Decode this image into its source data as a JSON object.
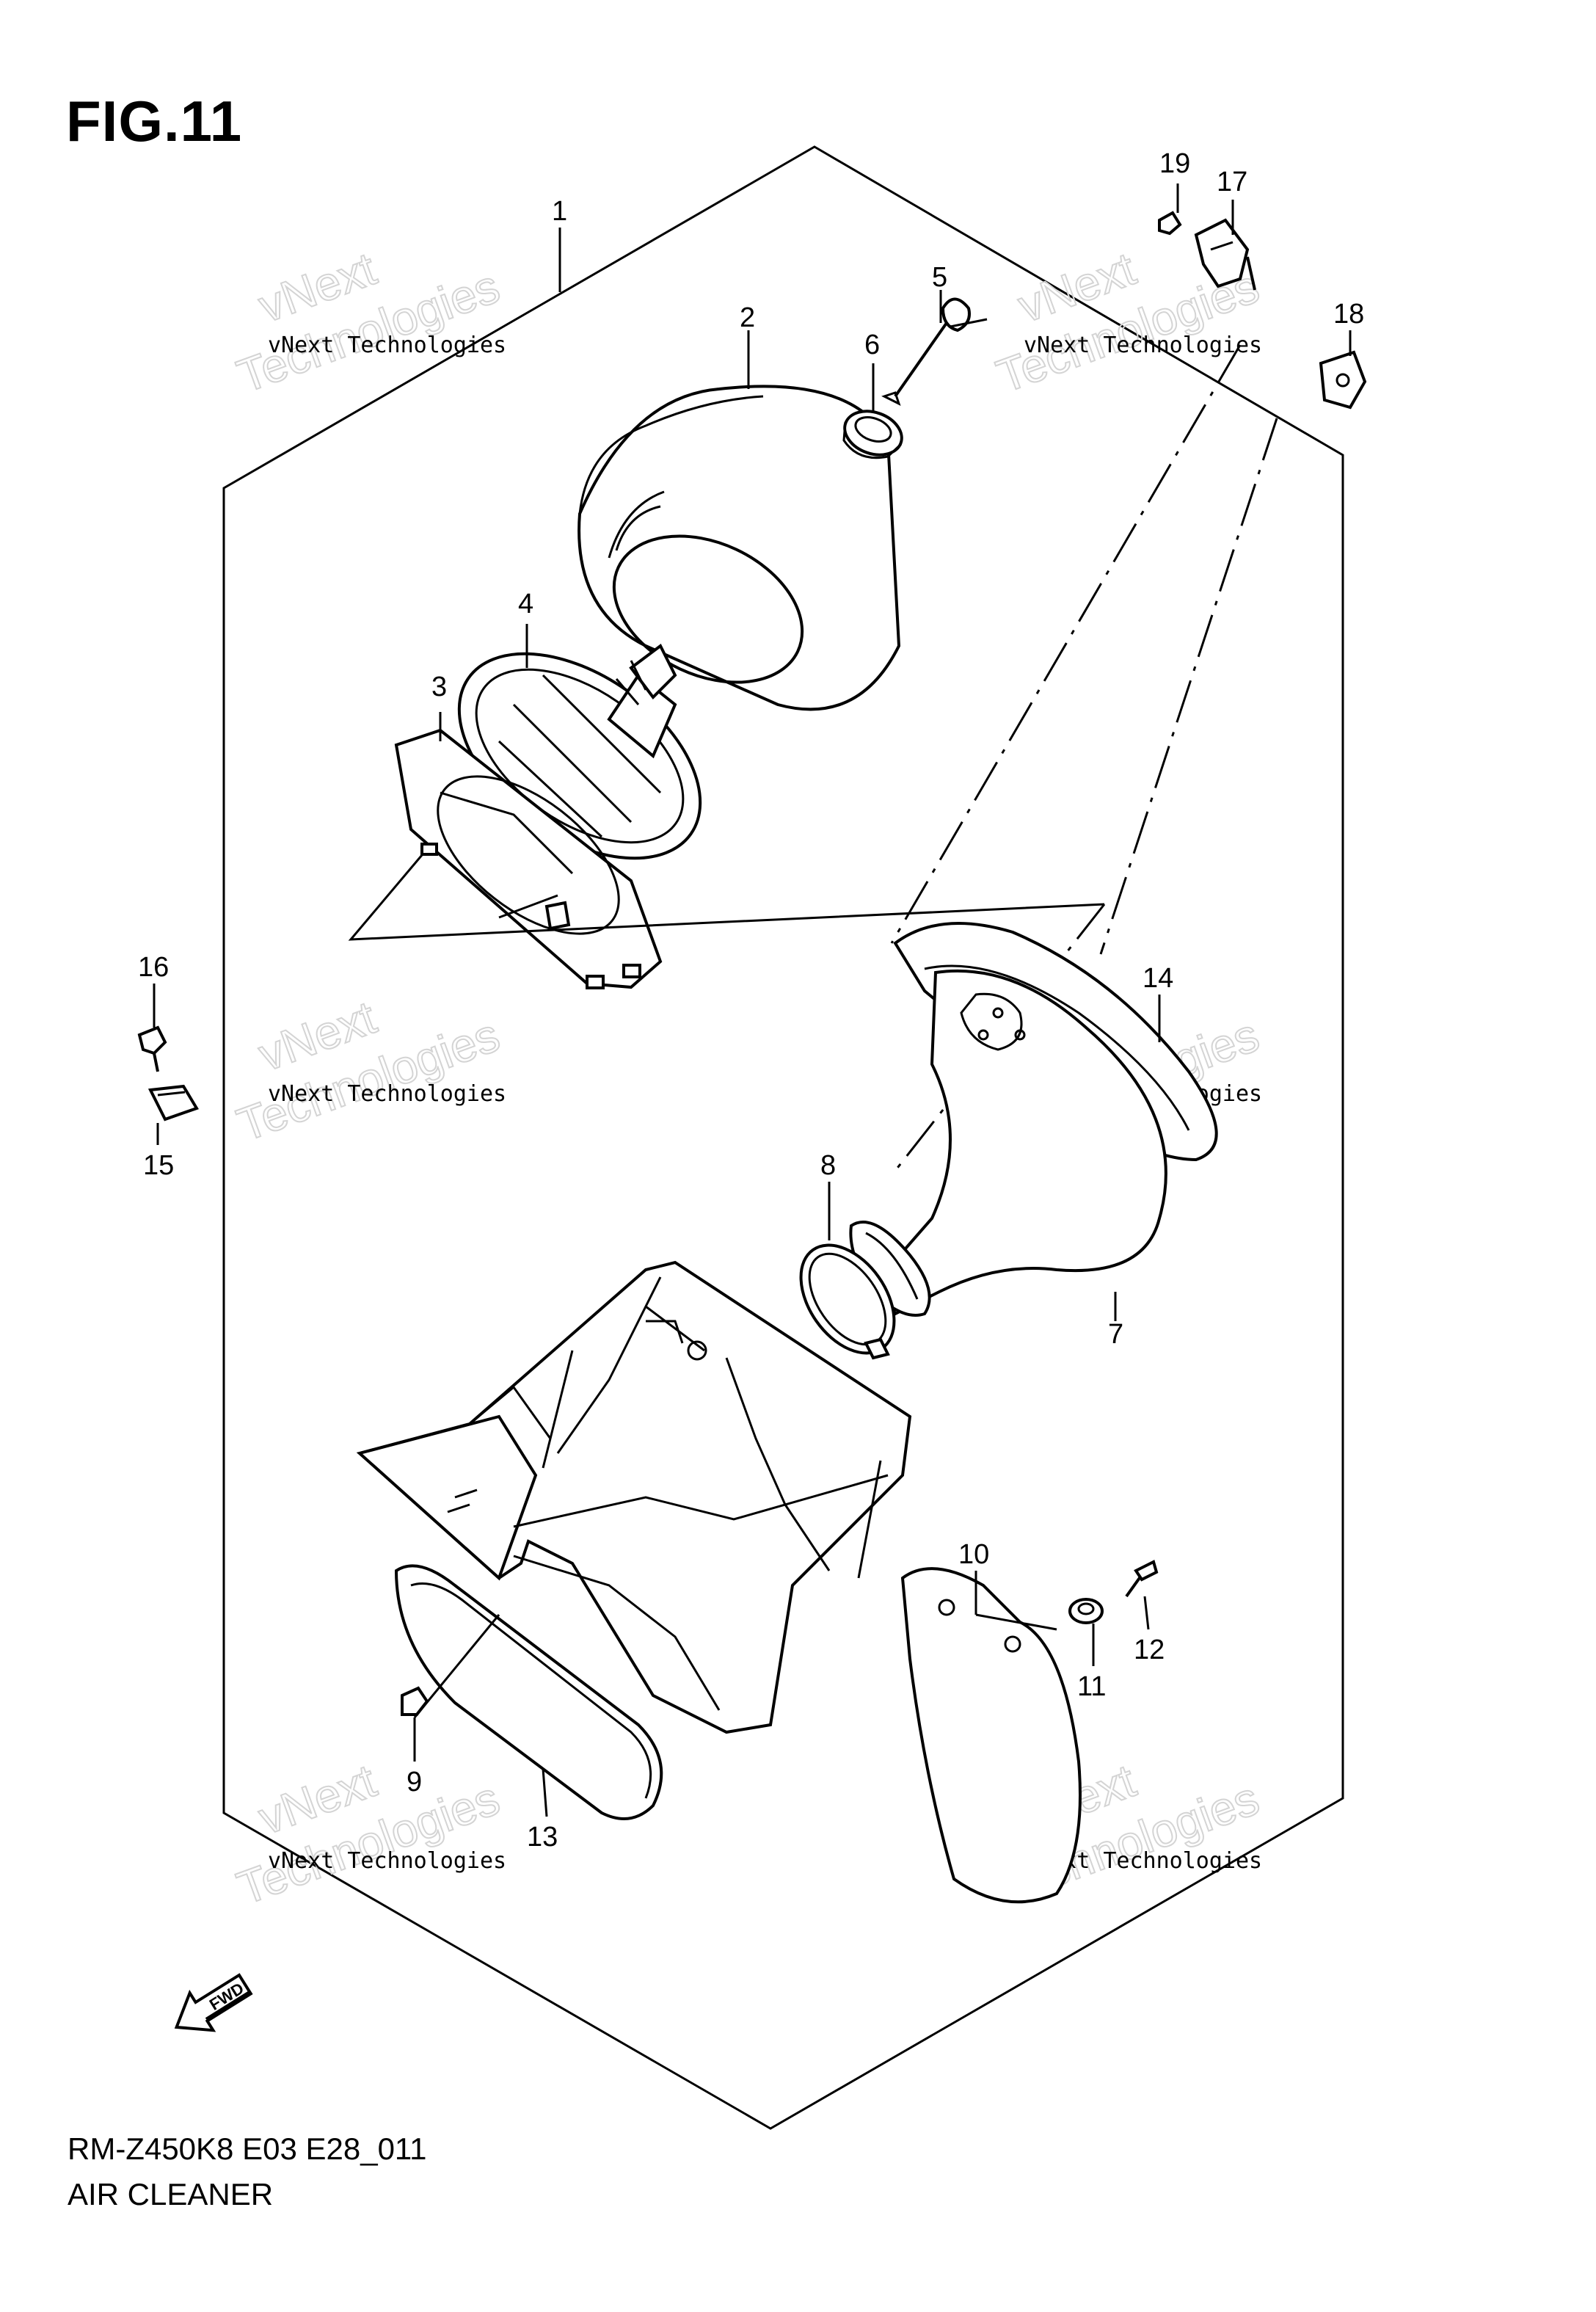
{
  "figure": {
    "title": "FIG.11",
    "model_code": "RM-Z450K8 E03 E28_011",
    "group_name": "AIR CLEANER"
  },
  "watermark": {
    "line_small": "vNext Technologies",
    "word_vnext": "vNext",
    "word_tech": "Technologies"
  },
  "direction_mark": {
    "label": "FWD",
    "icon": "fwd-arrow-icon"
  },
  "callouts": [
    "1",
    "2",
    "3",
    "4",
    "5",
    "6",
    "7",
    "8",
    "9",
    "10",
    "11",
    "12",
    "13",
    "14",
    "15",
    "16",
    "17",
    "18",
    "19"
  ]
}
